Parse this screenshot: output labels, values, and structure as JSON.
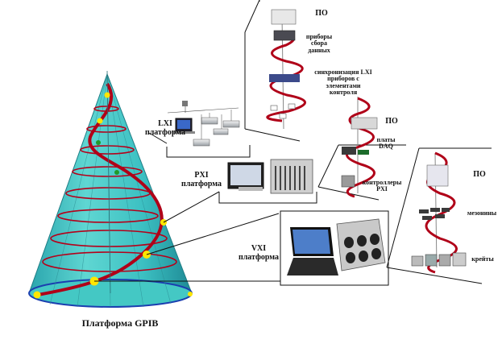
{
  "labels": {
    "gpib_platform": "Платформа  GPIB",
    "lxi_platform": "LXI\nплатформа",
    "pxi_platform": "PXI\nплатформа",
    "vxi_platform": "VXI\nплатформа",
    "software_1": "ПО",
    "software_2": "ПО",
    "software_3": "ПО",
    "data_acquisition_instruments": "приборы\nсбора\nданных",
    "lxi_sync": "синхронизация LXI\nприборов с\nэлементами\nконтроля",
    "daq_boards": "платы\nDAQ",
    "pxi_controllers": "контроллеры\nPXI",
    "mezzanines": "мезонины",
    "crates": "крейты"
  },
  "colors": {
    "cone_fill": "#3fc4c4",
    "cone_dark": "#1e8a95",
    "cone_base": "#1b3fb0",
    "spiral_red": "#c0001a",
    "spiral_dark": "#7a0010",
    "node_yellow": "#ffe600",
    "node_green": "#1f9a2a"
  }
}
